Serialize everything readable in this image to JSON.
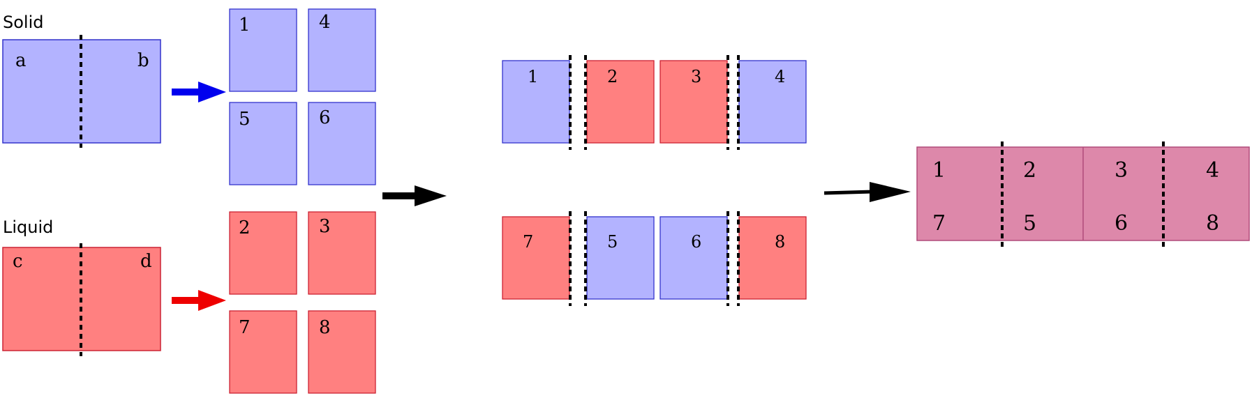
{
  "colors": {
    "solid_fill": "#b3b3ff",
    "solid_stroke": "#3333cc",
    "liquid_fill": "#ff8080",
    "liquid_stroke": "#cc2233",
    "mixed_fill": "#dd88aa",
    "mixed_stroke": "#b04a7a",
    "blue_arrow": "#0000ee",
    "red_arrow": "#ee0000",
    "black_arrow": "#000000"
  },
  "solid": {
    "title": "Solid",
    "left_label": "a",
    "right_label": "b"
  },
  "liquid": {
    "title": "Liquid",
    "left_label": "c",
    "right_label": "d"
  },
  "solid_pieces": [
    "1",
    "4",
    "5",
    "6"
  ],
  "liquid_pieces": [
    "2",
    "3",
    "7",
    "8"
  ],
  "arranged_top": [
    "1",
    "2",
    "3",
    "4"
  ],
  "arranged_bottom": [
    "7",
    "5",
    "6",
    "8"
  ],
  "combined_top": [
    "1",
    "2",
    "3",
    "4"
  ],
  "combined_bottom": [
    "7",
    "5",
    "6",
    "8"
  ]
}
